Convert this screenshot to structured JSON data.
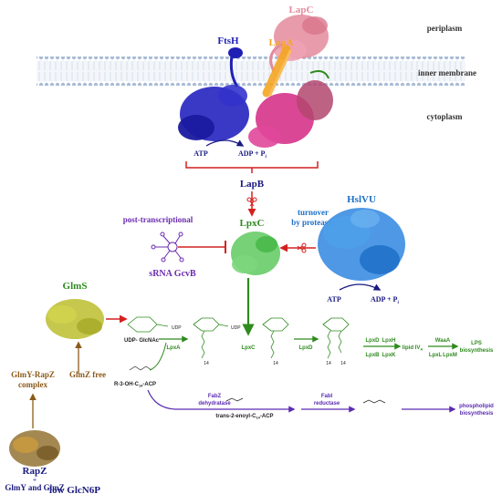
{
  "compartments": {
    "periplasm": "periplasm",
    "inner_membrane": "inner membrane",
    "cytoplasm": "cytoplasm"
  },
  "proteins": {
    "lapc": "LapC",
    "ftsh": "FtsH",
    "lapa": "LapA",
    "lapb": "LapB",
    "lpxc": "LpxC",
    "hslvu_line1": "HslVU",
    "glms": "GlmS",
    "rapz": "RapZ"
  },
  "energy": {
    "ftsh_atp": "ATP",
    "ftsh_adp": "ADP + P",
    "ftsh_pi_sub": "i",
    "hslvu_atp": "ATP",
    "hslvu_adp": "ADP + P",
    "hslvu_pi_sub": "i"
  },
  "regulation": {
    "post_transcriptional": "post-transcriptional",
    "turnover_line1": "turnover",
    "turnover_line2": "by proteases",
    "srna": "sRNA GcvB",
    "glmy_rapz_line1": "GlmY-RapZ",
    "glmy_rapz_line2": "complex",
    "glmz_free": "GlmZ free",
    "plus": "+",
    "glmy_glmz": "GlmY and GlmZ",
    "low_glcn6p": "low GlcN6P"
  },
  "pathway": {
    "udp_glcnac": "UDP- GlcNAc",
    "udp_small": "UDP",
    "udp_small2": "UDP",
    "r3oh_acp": "R-3-OH-C",
    "r3oh_sub": "14",
    "r3oh_tail": "-ACP",
    "chain_len_1": "14",
    "chain_len_2": "14",
    "chain_len_3": "14",
    "chain_len_4": "14",
    "enz_lpxa": "LpxA",
    "enz_lpxc": "LpxC",
    "enz_lpxd": "LpxD",
    "enz_lpxb": "LpxB",
    "enz_lpxh": "LpxH",
    "enz_lpxk": "LpxK",
    "lipid_iva": "lipid IV",
    "lipid_iva_sub": "A",
    "waaa": "WaaA",
    "lpxl": "LpxL",
    "lpxm": "LpxM",
    "lps_line1": "LPS",
    "lps_line2": "biosynthesis",
    "fabz_line1": "FabZ",
    "fabz_line2": "dehydratase",
    "fabi_line1": "FabI",
    "fabi_line2": "reductase",
    "trans_enoyl": "trans-2-enoyl-C",
    "trans_enoyl_sub": "14",
    "trans_enoyl_tail": "-ACP",
    "phospholipid_line1": "phospholipid",
    "phospholipid_line2": "biosynthesis"
  },
  "colors": {
    "lapc": "#E48A9C",
    "ftsh": "#1F1FB4",
    "lapa": "#F5A623",
    "lapb": "#D6338A",
    "lpxc": "#5FC95F",
    "hslvu": "#2F86E0",
    "glms": "#BFC23A",
    "rapz": "#9A7B3F",
    "green_text": "#2E8B1E",
    "purple": "#6A2BB0",
    "red": "#D42020",
    "brown": "#8B5A1A",
    "blue_text": "#1E6FC8",
    "navy": "#1A1A80"
  }
}
